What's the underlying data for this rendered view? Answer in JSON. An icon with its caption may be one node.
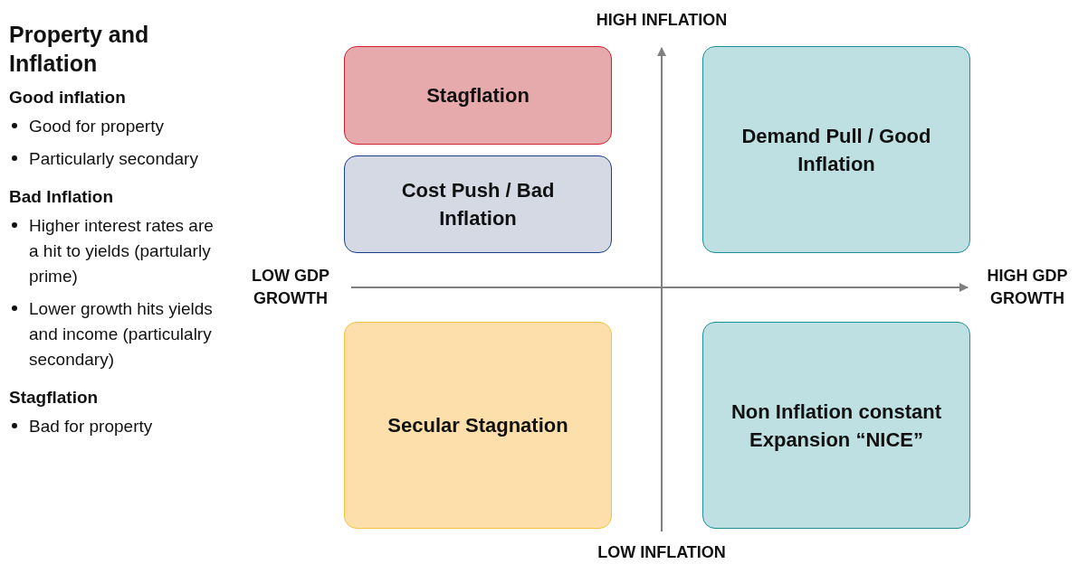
{
  "diagram": {
    "title": "Property and Inflation",
    "nodes": [
      {
        "text": [
          "Stagflation"
        ]
      },
      {
        "text": [
          "Cost Push / Bad Inflation"
        ]
      },
      {
        "text": [
          "Demand Pull / Good Inflation"
        ]
      },
      {
        "text": [
          "Secular Stagnation"
        ]
      },
      {
        "text": [
          "Non Inflation constant Expansion “NICE”"
        ]
      }
    ],
    "edges": [],
    "labels": [
      "Good inflation",
      "Good for property",
      "Particularly secondary",
      "Bad Inflation",
      "Higher interest rates are a hit to yields (partularly prime)",
      "Lower growth hits yields and income (particulalry secondary)",
      "Stagflation",
      "Bad for property",
      "HIGH INFLATION",
      "LOW GDP GROWTH",
      "HIGH GDP GROWTH",
      "LOW INFLATION"
    ]
  }
}
